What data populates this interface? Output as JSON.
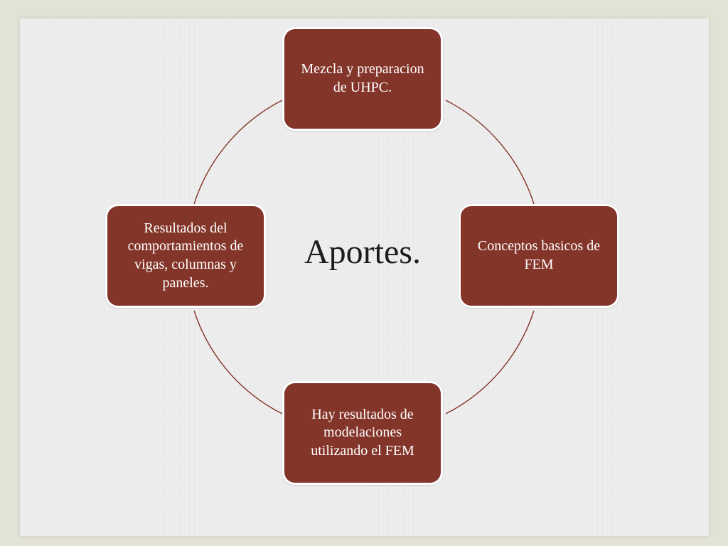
{
  "diagram": {
    "center_title": "Aportes.",
    "nodes": [
      {
        "id": "top",
        "label": "Mezcla y preparacion de UHPC."
      },
      {
        "id": "right",
        "label": "Conceptos basicos de FEM"
      },
      {
        "id": "bottom",
        "label": "Hay resultados de modelaciones utilizando el FEM"
      },
      {
        "id": "left",
        "label": "Resultados del comportamientos de vigas, columnas y paneles."
      }
    ]
  },
  "colors": {
    "node_fill": "#84352a",
    "node_border": "#ffffff",
    "ring_line": "#84352a",
    "slide_background": "#ececec",
    "page_border": "#e3e2d6",
    "title_text": "#1c1c1c"
  }
}
